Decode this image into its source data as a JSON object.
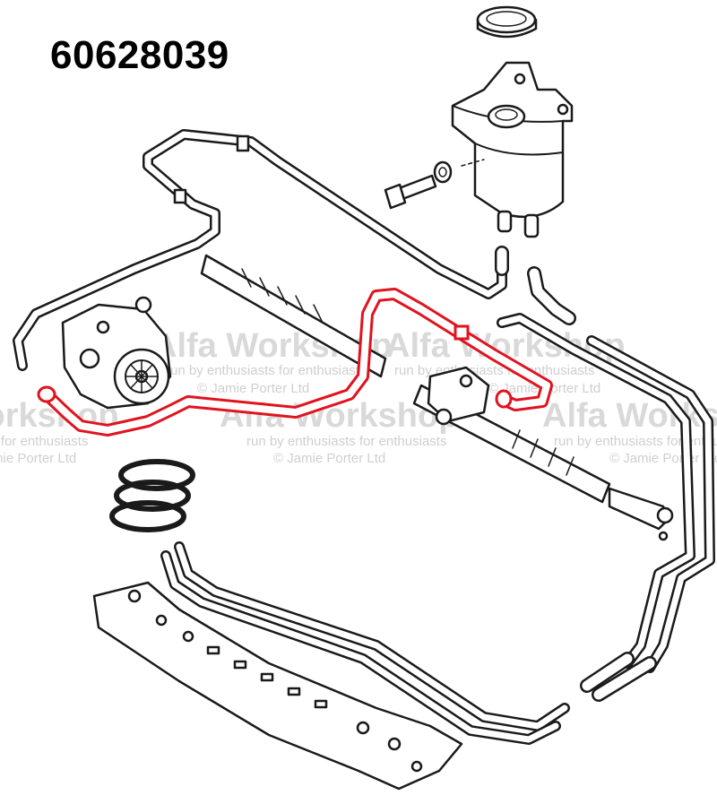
{
  "part_number": "60628039",
  "watermark": {
    "title": "Alfa Workshop",
    "tagline": "run by enthusiasts for enthusiasts",
    "copyright": "© Jamie Porter Ltd"
  },
  "highlight_color": "#e0131f"
}
